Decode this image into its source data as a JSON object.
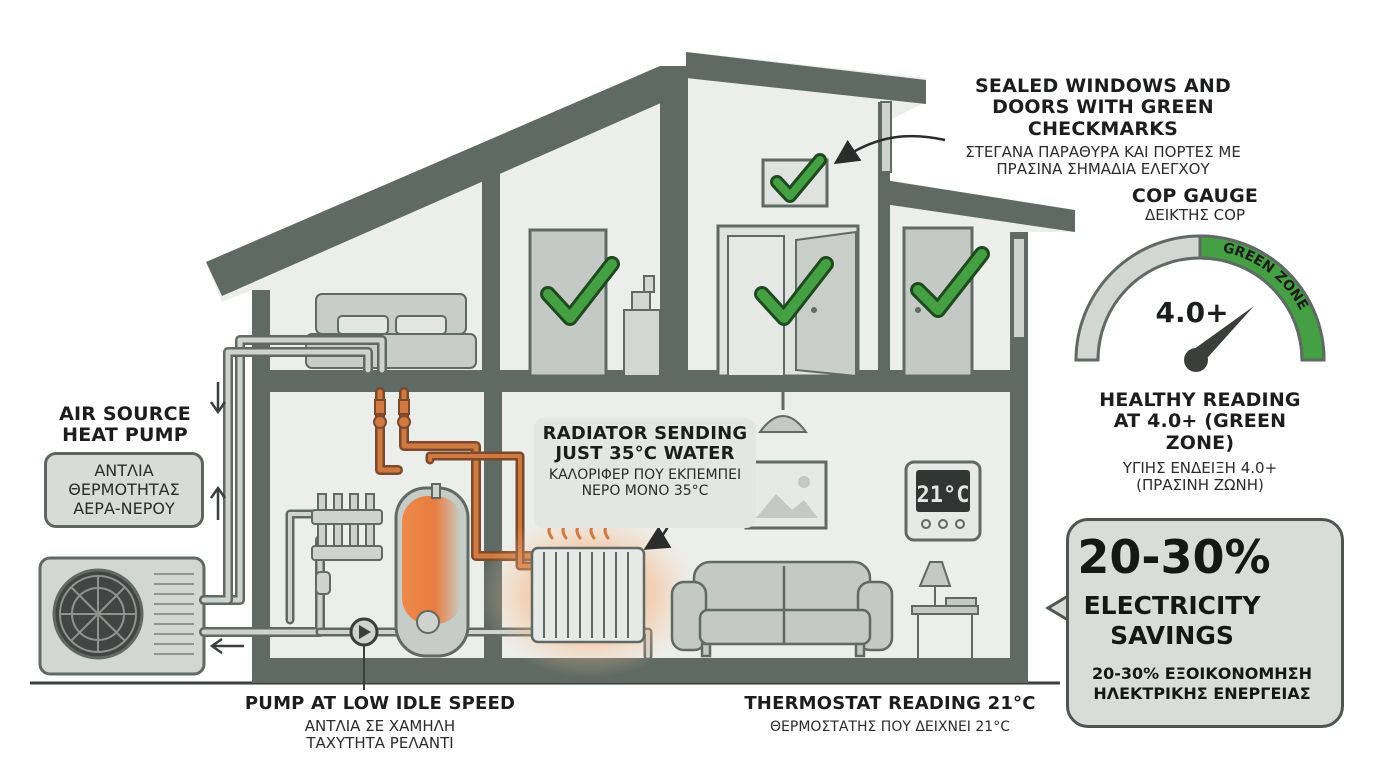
{
  "labels": {
    "windows": {
      "en": "SEALED WINDOWS AND DOORS WITH GREEN CHECKMARKS",
      "el": "ΣΤΕΓΑΝΑ ΠΑΡΑΘΥΡΑ ΚΑΙ ΠΟΡΤΕΣ ΜΕ ΠΡΑΣΙΝΑ ΣΗΜΑΔΙΑ ΕΛΕΓΧΟΥ"
    },
    "cop_gauge": {
      "en": "COP GAUGE",
      "el": "ΔΕΙΚΤΗΣ COP"
    },
    "healthy": {
      "en": "HEALTHY READING AT 4.0+ (GREEN ZONE)",
      "el": "ΥΓΙΗΣ ΕΝΔΕΙΞΗ 4.0+ (ΠΡΑΣΙΝΗ ΖΩΝΗ)"
    },
    "heat_pump": {
      "en": "AIR SOURCE HEAT PUMP",
      "el": "ΑΝΤΛΙΑ ΘΕΡΜΟΤΗΤΑΣ ΑΕΡΑ-ΝΕΡΟΥ"
    },
    "radiator": {
      "en": "RADIATOR SENDING JUST 35°C WATER",
      "el": "ΚΑΛΟΡΙΦΕΡ ΠΟΥ ΕΚΠΕΜΠΕΙ ΝΕΡΟ ΜΟΝΟ 35°C"
    },
    "pump": {
      "en": "PUMP AT LOW IDLE SPEED",
      "el": "ΑΝΤΛΙΑ ΣΕ ΧΑΜΗΛΗ ΤΑΧΥΤΗΤΑ ΡΕΛΑΝΤΙ"
    },
    "thermostat": {
      "en": "THERMOSTAT READING 21°C",
      "el": "ΘΕΡΜΟΣΤΑΤΗΣ ΠΟΥ ΔΕΙΧΝΕΙ 21°C"
    }
  },
  "gauge": {
    "value_text": "4.0+",
    "zone_label": "GREEN ZONE",
    "cop_value": 4.0
  },
  "thermostat_display": "21°C",
  "savings": {
    "big": "20-30%",
    "line1": "ELECTRICITY",
    "line2": "SAVINGS",
    "el": "20-30% ΕΞΟΙΚΟΝΟΜΗΣΗ ΗΛΕΚΤΡΙΚΗΣ ΕΝΕΡΓΕΙΑΣ"
  },
  "colors": {
    "wall": "#5f6a64",
    "room": "#eceeeb",
    "check": "#3f9a3b",
    "copper": "#c8763f",
    "warm": "#f09a5a"
  }
}
